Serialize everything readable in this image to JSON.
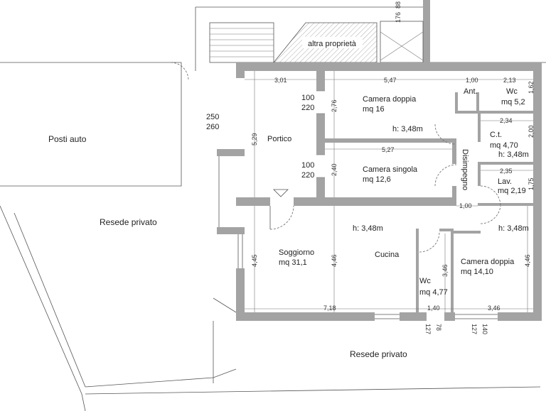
{
  "exterior": {
    "posti_auto": "Posti auto",
    "resede_left": "Resede privato",
    "resede_bottom": "Resede privato",
    "altra_proprieta": "altra proprietà",
    "top_dim_a": "88",
    "top_dim_b": "176",
    "gate_a": "250",
    "gate_b": "260"
  },
  "rooms": {
    "portico": {
      "name": "Portico",
      "width": "3,01",
      "depth": "5,29"
    },
    "camera_doppia_1": {
      "name": "Camera doppia",
      "area": "mq 16",
      "width": "5,47",
      "depth": "2,76",
      "height": "h: 3,48m",
      "door_w": "100",
      "door_h": "220"
    },
    "camera_singola": {
      "name": "Camera singola",
      "area": "mq 12,6",
      "width": "5,27",
      "depth": "2,40",
      "door_w": "100",
      "door_h": "220"
    },
    "ant": {
      "name": "Ant.",
      "width": "1,00"
    },
    "wc_1": {
      "name": "Wc",
      "area": "mq 5,2",
      "width": "2,13",
      "depth": "1,62"
    },
    "ct": {
      "name": "C.t.",
      "area": "mq 4,70",
      "width": "2,34",
      "depth": "2,00",
      "height": "h: 3,48m"
    },
    "lav": {
      "name": "Lav.",
      "area": "mq 2,19",
      "width": "2,35",
      "depth": "1,75"
    },
    "disimpegno": {
      "name": "Disimpegno",
      "width": "1,00"
    },
    "soggiorno": {
      "name": "Soggiorno",
      "area": "mq 31,1",
      "depth": "4,45",
      "width": "7,18",
      "height": "h: 3,48m"
    },
    "cucina": {
      "name": "Cucina",
      "depth": "4,46"
    },
    "wc_2": {
      "name": "Wc",
      "area": "mq 4,77",
      "depth": "3,46",
      "width": "1,40",
      "win_a": "127",
      "win_b": "78"
    },
    "camera_doppia_2": {
      "name": "Camera doppia",
      "area": "mq 14,10",
      "width": "3,46",
      "depth": "4,46",
      "height": "h: 3,48m",
      "win_a": "127",
      "win_b": "140"
    }
  }
}
